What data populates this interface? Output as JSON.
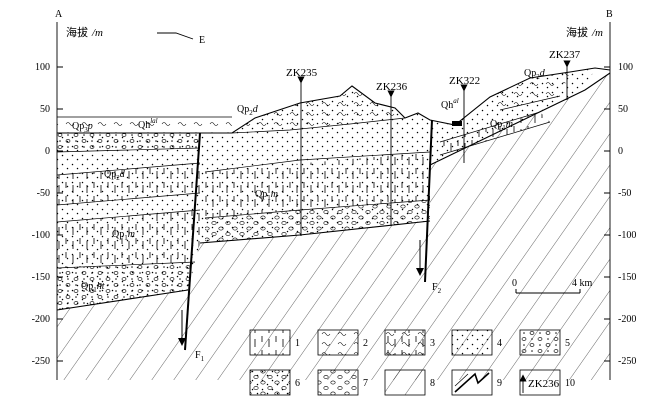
{
  "section": {
    "left_end": "A",
    "right_end": "B",
    "direction_label": "E",
    "y_axis_title": "海拔",
    "y_axis_unit": "/m",
    "left_ticks": [
      "100",
      "50",
      "0",
      "-50",
      "-100",
      "-150",
      "-200",
      "-250"
    ],
    "right_ticks": [
      "100",
      "50",
      "0",
      "-50",
      "-100",
      "-150",
      "-200",
      "-250"
    ]
  },
  "strata_labels": [
    {
      "base": "Qp",
      "sub": "3",
      "sup": "",
      "tail": "p"
    },
    {
      "base": "Qh",
      "sub": "",
      "sup": "lal",
      "tail": ""
    },
    {
      "base": "Qp",
      "sub": "2",
      "sup": "",
      "tail": "d"
    },
    {
      "base": "Qp",
      "sub": "2",
      "sup": "",
      "tail": "d"
    },
    {
      "base": "Qp",
      "sub": "1",
      "sup": "",
      "tail": "m"
    },
    {
      "base": "Qp",
      "sub": "1",
      "sup": "",
      "tail": "m"
    },
    {
      "base": "Qp",
      "sub": "1",
      "sup": "",
      "tail": "ht"
    },
    {
      "base": "Qh",
      "sub": "",
      "sup": "al",
      "tail": ""
    },
    {
      "base": "Qp",
      "sub": "1",
      "sup": "",
      "tail": "m"
    },
    {
      "base": "Qp",
      "sub": "2",
      "sup": "",
      "tail": "d"
    }
  ],
  "wells": [
    "ZK235",
    "ZK236",
    "ZK322",
    "ZK237"
  ],
  "faults": [
    {
      "base": "F",
      "sub": "1"
    },
    {
      "base": "F",
      "sub": "2"
    }
  ],
  "scale_bar": {
    "start": "0",
    "end": "4 km"
  },
  "legend": [
    {
      "num": "1"
    },
    {
      "num": "2"
    },
    {
      "num": "3"
    },
    {
      "num": "4"
    },
    {
      "num": "5"
    },
    {
      "num": "6"
    },
    {
      "num": "7"
    },
    {
      "num": "8"
    },
    {
      "num": "9"
    },
    {
      "num": "10",
      "text": "ZK236"
    }
  ],
  "colors": {
    "ink": "#000000",
    "paper": "#ffffff"
  }
}
